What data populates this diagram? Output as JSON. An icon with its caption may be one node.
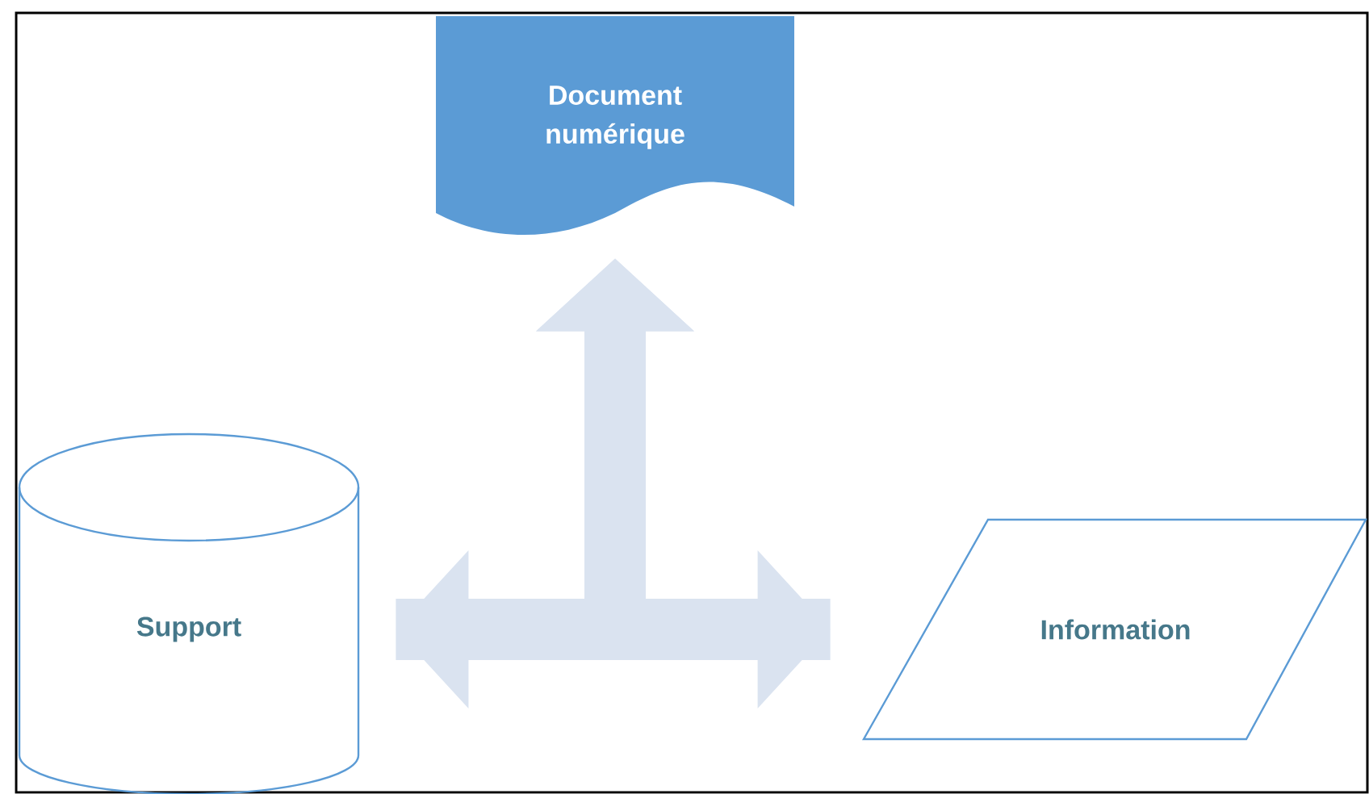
{
  "diagram": {
    "nodes": [
      {
        "text": [
          "Document numérique"
        ]
      },
      {
        "text": [
          "Support"
        ]
      },
      {
        "text": [
          "Information"
        ]
      }
    ],
    "edges": [
      {
        "from": 1,
        "to": 2,
        "arrow": "both"
      },
      {
        "from": 1,
        "to": 0,
        "arrow": "to"
      },
      {
        "from": 2,
        "to": 0,
        "arrow": "to"
      }
    ]
  }
}
